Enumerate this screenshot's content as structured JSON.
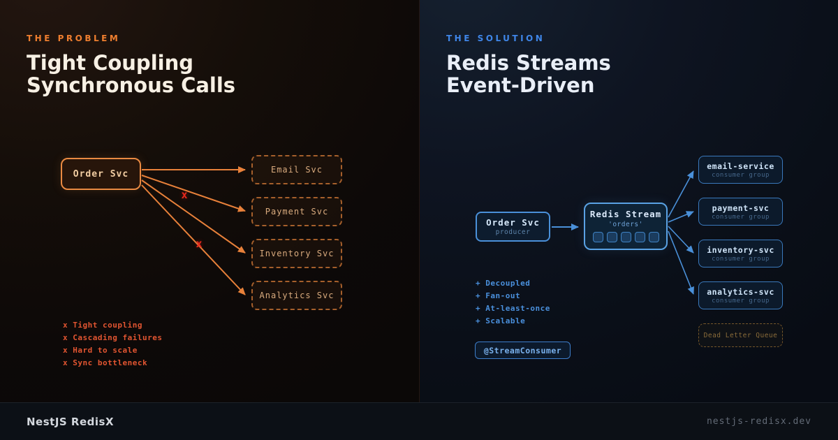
{
  "left": {
    "eyebrow": "THE PROBLEM",
    "title_line1": "Tight Coupling",
    "title_line2": "Synchronous Calls",
    "order_box": "Order Svc",
    "services": [
      "Email Svc",
      "Payment Svc",
      "Inventory Svc",
      "Analytics Svc"
    ],
    "cross_mark": "x",
    "issues": [
      "x Tight coupling",
      "x Cascading failures",
      "x Hard to scale",
      "x Sync bottleneck"
    ],
    "accent": "#ee7e2f",
    "arrow_color": "#e8813a",
    "x_color": "#e8281c"
  },
  "right": {
    "eyebrow": "THE SOLUTION",
    "title_line1": "Redis Streams",
    "title_line2": "Event-Driven",
    "producer": {
      "title": "Order Svc",
      "subtitle": "producer"
    },
    "stream": {
      "title": "Redis Stream",
      "subtitle": "'orders'",
      "entries": 5
    },
    "consumers": [
      {
        "title": "email-service",
        "subtitle": "consumer group"
      },
      {
        "title": "payment-svc",
        "subtitle": "consumer group"
      },
      {
        "title": "inventory-svc",
        "subtitle": "consumer group"
      },
      {
        "title": "analytics-svc",
        "subtitle": "consumer group"
      }
    ],
    "dlq_label": "Dead Letter Queue",
    "badge": "@StreamConsumer",
    "benefits": [
      "+ Decoupled",
      "+ Fan-out",
      "+ At-least-once",
      "+ Scalable"
    ],
    "accent": "#3f86e8",
    "arrow_color": "#4a90d9"
  },
  "footer": {
    "brand": "NestJS RedisX",
    "domain": "nestjs-redisx.dev"
  }
}
